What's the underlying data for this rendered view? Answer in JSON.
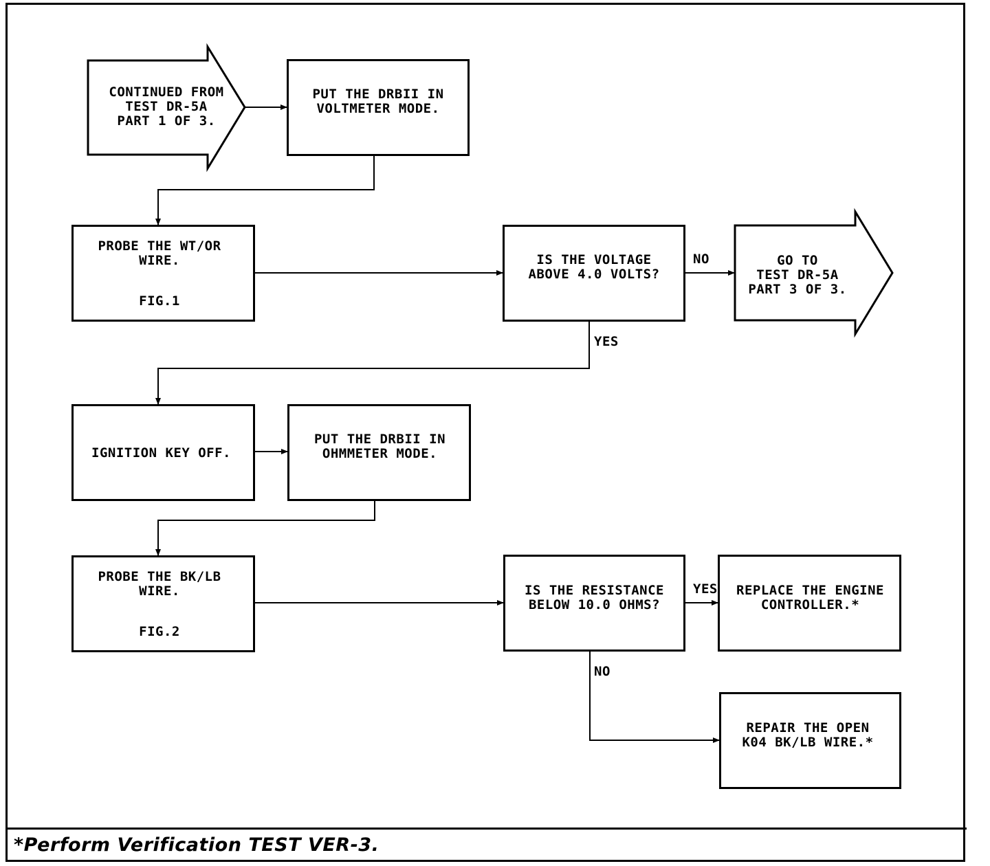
{
  "nodes": {
    "continued_from": "CONTINUED FROM\nTEST DR-5A\nPART 1 OF 3.",
    "voltmeter_mode": "PUT THE DRBII IN\nVOLTMETER MODE.",
    "probe_wt_or": "PROBE THE WT/OR\nWIRE.",
    "probe_wt_or_fig": "FIG.1",
    "voltage_question": "IS THE VOLTAGE\nABOVE 4.0 VOLTS?",
    "go_to_part3": "GO TO\nTEST DR-5A\nPART 3 OF 3.",
    "ignition_off": "IGNITION KEY OFF.",
    "ohmmeter_mode": "PUT THE DRBII IN\nOHMMETER MODE.",
    "probe_bk_lb": "PROBE THE BK/LB\nWIRE.",
    "probe_bk_lb_fig": "FIG.2",
    "resistance_question": "IS THE RESISTANCE\nBELOW 10.0 OHMS?",
    "replace_controller": "REPLACE THE ENGINE\nCONTROLLER.*",
    "repair_open_wire": "REPAIR THE OPEN\nK04 BK/LB WIRE.*"
  },
  "edge_labels": {
    "voltage_no": "NO",
    "voltage_yes": "YES",
    "resistance_yes": "YES",
    "resistance_no": "NO"
  },
  "footer": {
    "note": "*Perform Verification TEST VER-3."
  }
}
